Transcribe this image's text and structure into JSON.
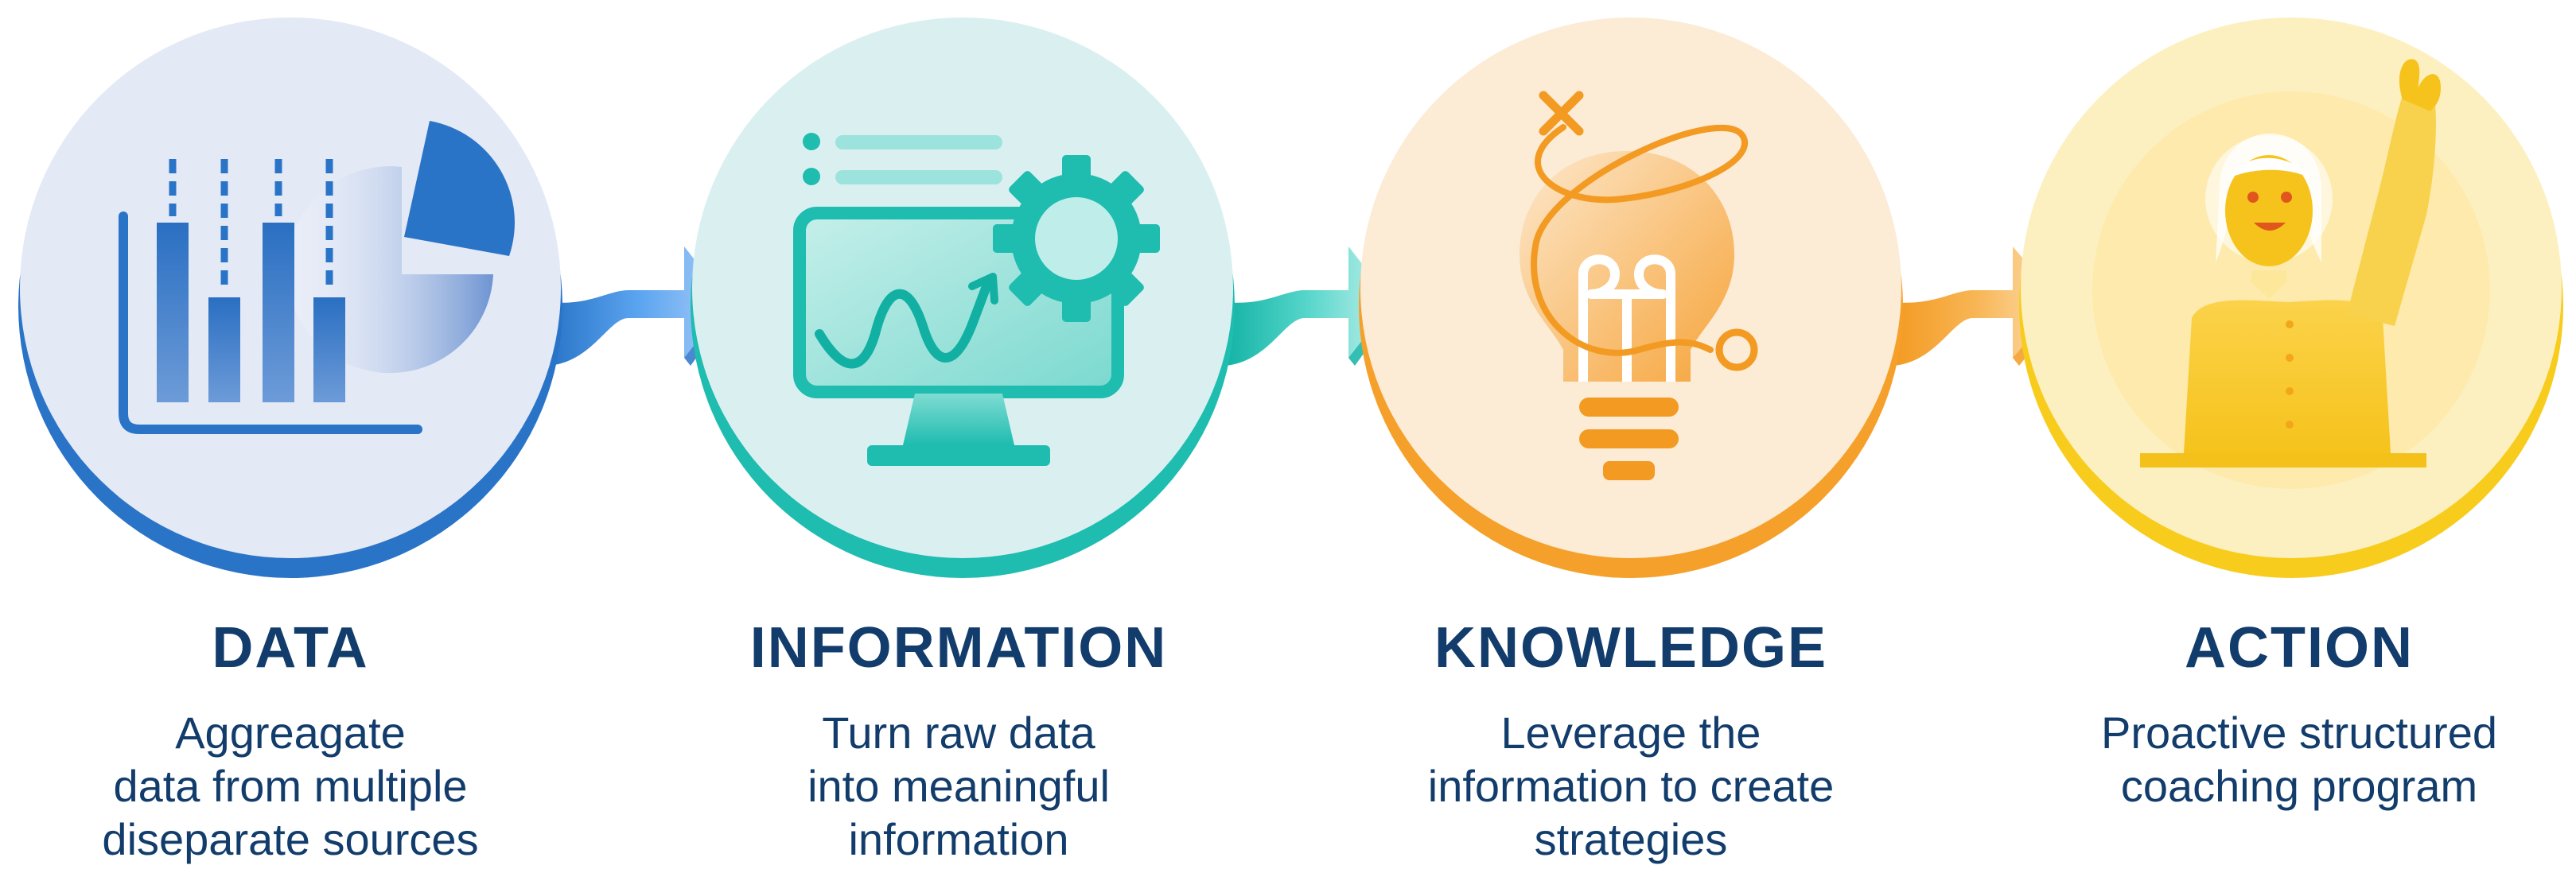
{
  "steps": [
    {
      "title": "DATA",
      "lines": [
        "Aggreagate",
        "data from multiple",
        "diseparate sources"
      ],
      "colors": {
        "face": "#e4e9f6",
        "rim": "#2a74c8",
        "accent": "#2a74c8",
        "light": "#9fb9e4"
      },
      "icon": "bar-chart-pie-icon"
    },
    {
      "title": "INFORMATION",
      "lines": [
        "Turn raw data",
        "into meaningful",
        "information"
      ],
      "colors": {
        "face": "#daf0f0",
        "rim": "#1fbcb0",
        "accent": "#18c0b3",
        "light": "#9be3dc"
      },
      "icon": "monitor-gear-icon"
    },
    {
      "title": "KNOWLEDGE",
      "lines": [
        "Leverage the",
        "information to create",
        "strategies"
      ],
      "colors": {
        "face": "#fcebd5",
        "rim": "#f5a02a",
        "accent": "#f39a22",
        "light": "#f8c47a"
      },
      "icon": "lightbulb-strategy-icon"
    },
    {
      "title": "ACTION",
      "lines": [
        "Proactive structured",
        "coaching program"
      ],
      "colors": {
        "face": "#fdf0c0",
        "rim": "#f7cc1c",
        "accent": "#f6c31c",
        "light": "#fbdf73"
      },
      "icon": "person-raising-hand-icon"
    }
  ],
  "connectors": [
    {
      "icon": "arrow-right-icon",
      "from": "#4fa0f0",
      "to": "#a9cdf8"
    },
    {
      "icon": "arrow-right-icon",
      "from": "#2fc7bc",
      "to": "#b9efe9"
    },
    {
      "icon": "arrow-right-icon",
      "from": "#f6a431",
      "to": "#fbdcae"
    }
  ]
}
